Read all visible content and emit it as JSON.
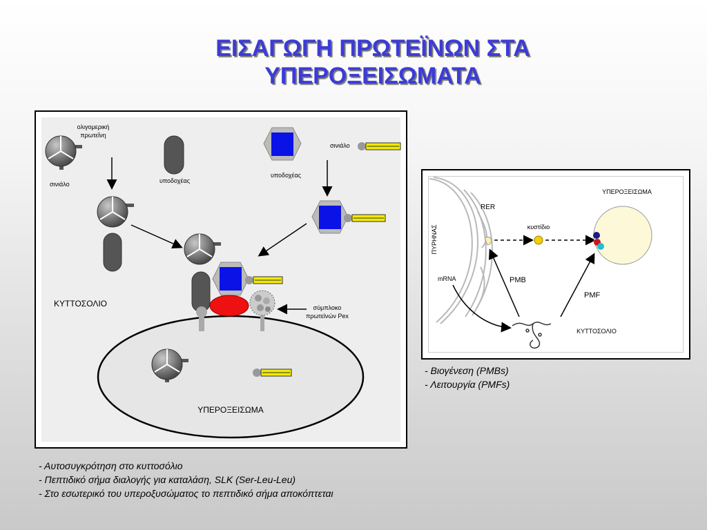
{
  "title": {
    "line1": "ΕΙΣΑΓΩΓΗ ΠΡΩΤΕΪΝΩΝ ΣΤΑ",
    "line2": "ΥΠΕΡΟΞΕΙΣΩΜΑΤΑ"
  },
  "left_diagram": {
    "oligomeric_protein": "ολιγομερική πρωτεΐνη",
    "signal_left": "σινιάλο",
    "receptor_grey": "υποδοχέας",
    "receptor_blue": "υποδοχέας",
    "signal_right": "σινιάλο",
    "cytosol": "ΚΥΤΤΟΣΟΛΙΟ",
    "pex_complex": "σύμπλοκο πρωτεϊνών Pex",
    "peroxisome": "ΥΠΕΡΟΞΕΙΣΩΜΑ"
  },
  "right_diagram": {
    "nucleus": "ΠΥΡΗΝΑΣ",
    "rer": "RER",
    "vesicle": "κυστίδιο",
    "peroxisome": "ΥΠΕΡΟΞΕΙΣΩΜΑ",
    "mrna": "mRNA",
    "pmb": "PMB",
    "pmf": "PMF",
    "cytosol": "ΚΥΤΤΟΣΟΛΙΟ"
  },
  "notes_right": [
    "- Βιογένεση (PMBs)",
    "- Λειτουργία (PMFs)"
  ],
  "notes_left": [
    "- Αυτοσυγκρότηση στο κυττοσόλιο",
    "- Πεπτιδικό σήμα διαλογής για καταλάση, SLK (Ser-Leu-Leu)",
    "- Στο εσωτερικό του υπεροξυσώματος το πεπτιδικό σήμα αποκόπτεται"
  ],
  "colors": {
    "title": "#3b3bd8",
    "receptor_blue": "#0a12e6",
    "complex_red": "#ee1111",
    "signal_yellow": "#f2ea00",
    "peroxisome_fill": "#fdf8d8",
    "vesicle_yellow": "#f0d000"
  }
}
